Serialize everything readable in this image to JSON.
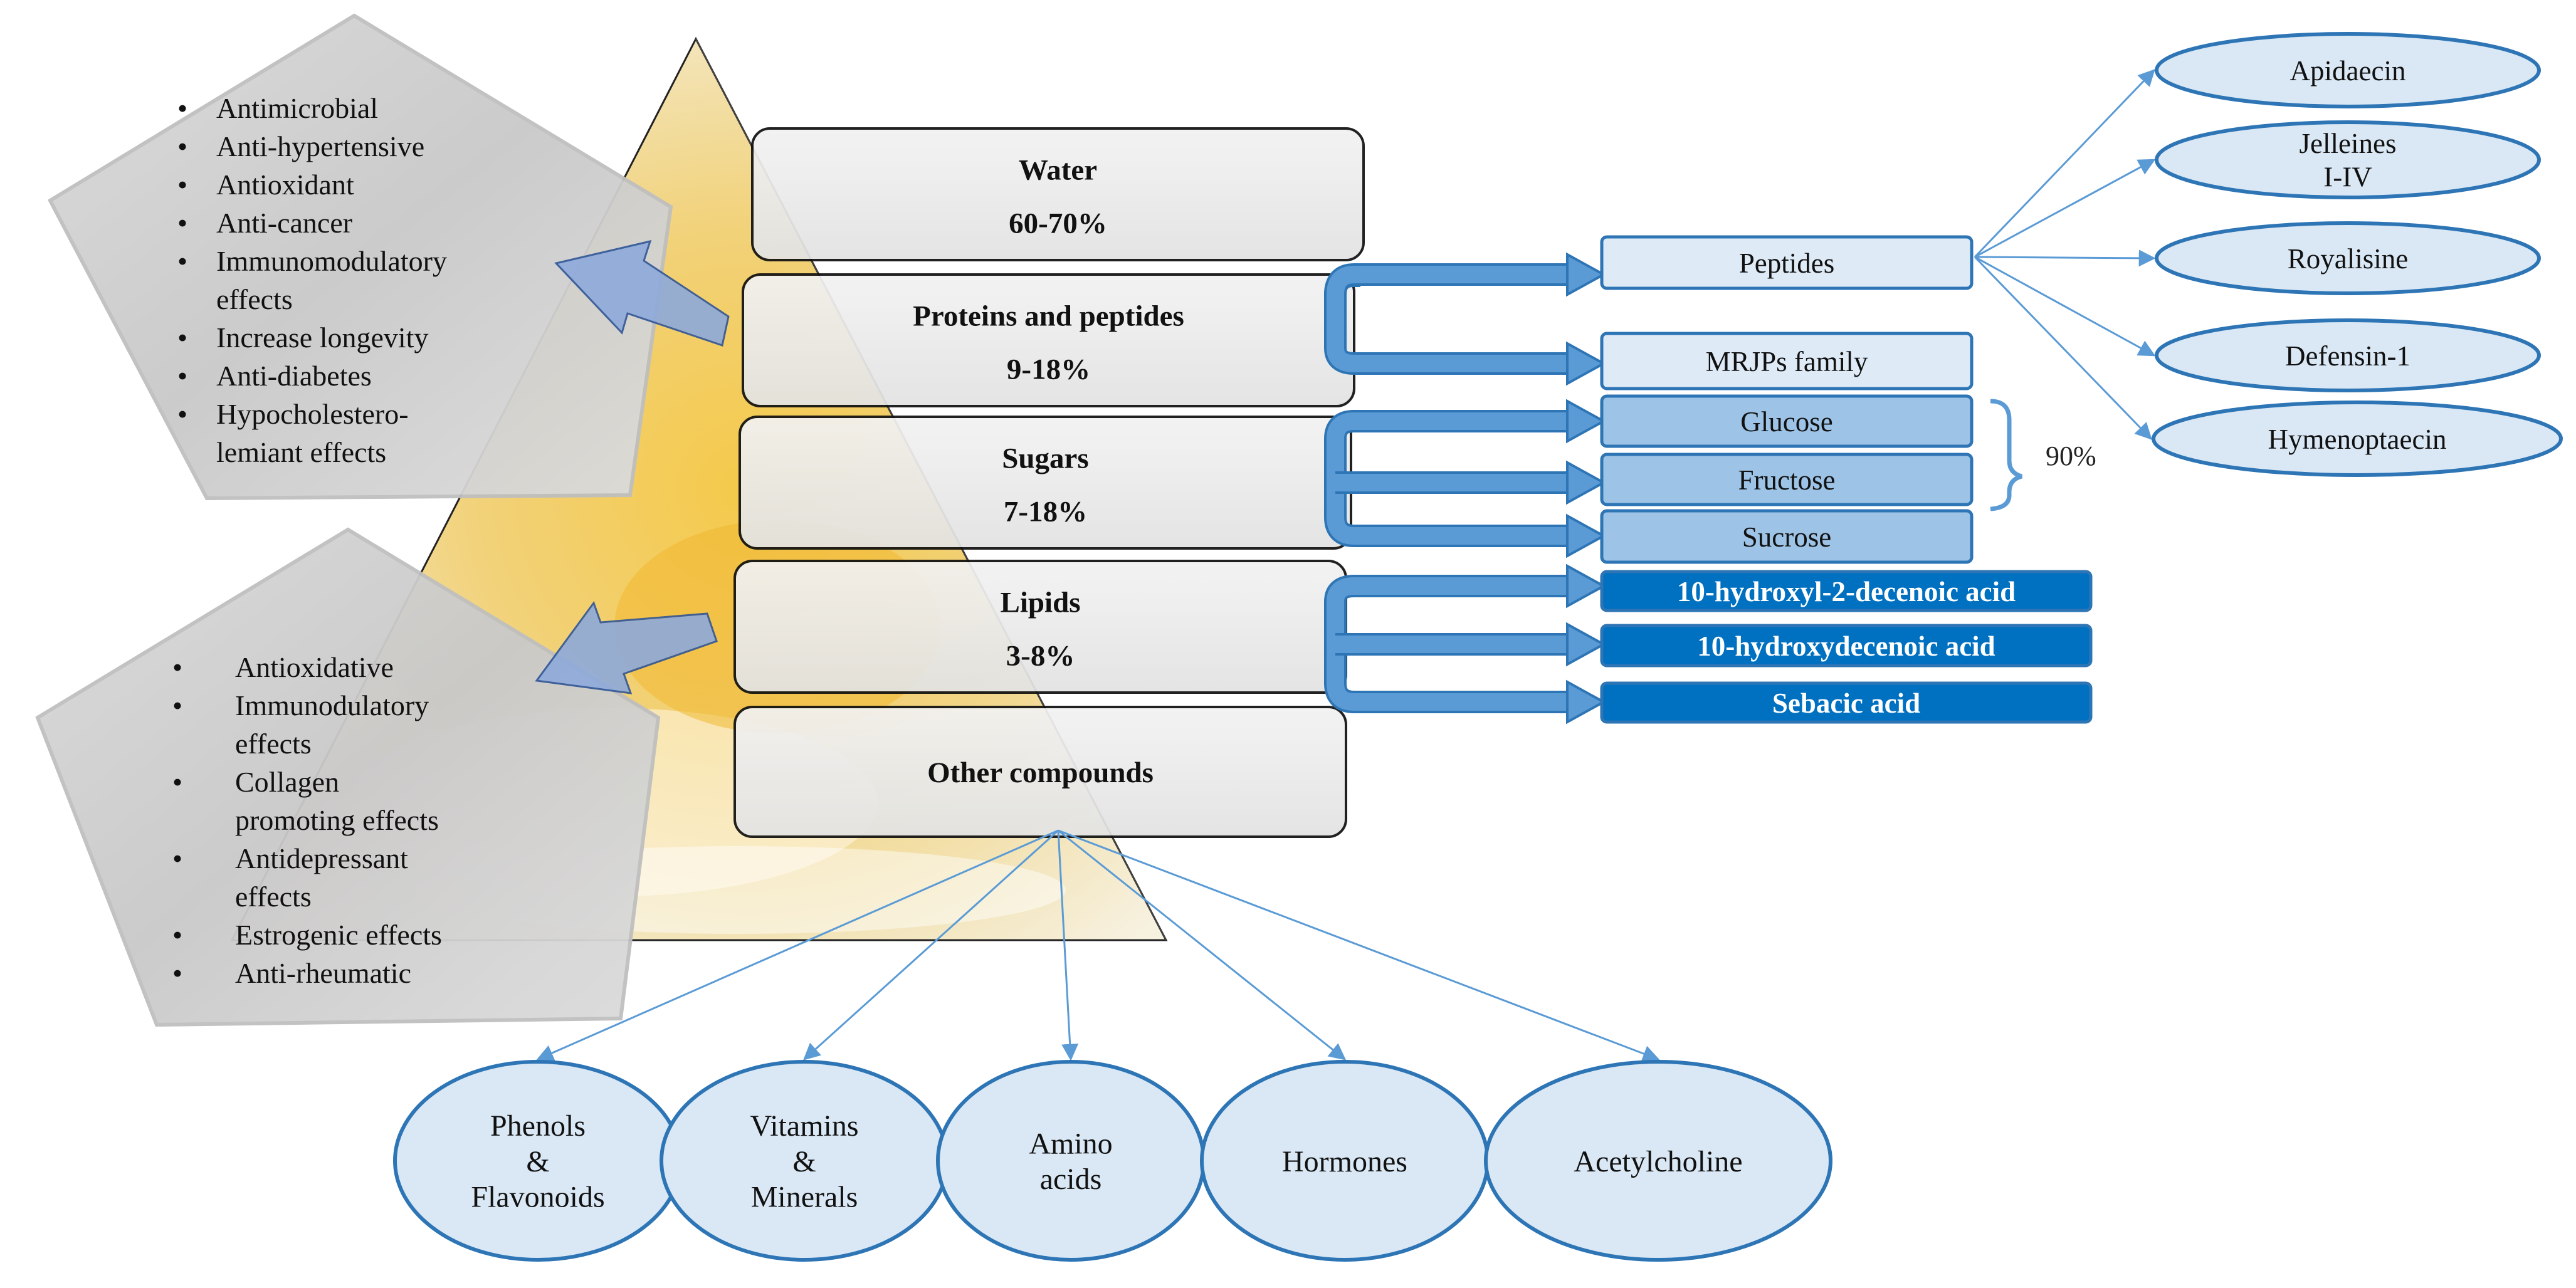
{
  "pyramid_levels": [
    {
      "name": "Water",
      "value": "60-70%"
    },
    {
      "name": "Proteins and peptides",
      "value": "9-18%"
    },
    {
      "name": "Sugars",
      "value": "7-18%"
    },
    {
      "name": "Lipids",
      "value": "3-8%"
    },
    {
      "name": "Other compounds",
      "value": ""
    }
  ],
  "protein_components": [
    "Peptides",
    "MRJPs family"
  ],
  "peptides": [
    "Apidaecin",
    "Jelleines\nI-IV",
    "Royalisine",
    "Defensin-1",
    "Hymenoptaecin"
  ],
  "sugars": [
    "Glucose",
    "Fructose",
    "Sucrose"
  ],
  "sugars_percent": "90%",
  "lipids": [
    "10-hydroxyl-2-decenoic acid",
    "10-hydroxydecenoic acid",
    "Sebacic acid"
  ],
  "other_compounds": [
    "Phenols\n&\nFlavonoids",
    "Vitamins\n&\nMinerals",
    "Amino\nacids",
    "Hormones",
    "Acetylcholine"
  ],
  "protein_effects": [
    "Antimicrobial",
    "Anti-hypertensive",
    "Antioxidant",
    "Anti-cancer",
    "Immunomodulatory\neffects",
    "Increase longevity",
    "Anti-diabetes",
    "Hypocholestero-\nlemiant effects"
  ],
  "lipid_effects": [
    "Antioxidative",
    "Immunodulatory\neffects",
    "Collagen\npromoting effects",
    "Antidepressant\neffects",
    "Estrogenic effects",
    "Anti-rheumatic"
  ],
  "colors": {
    "level_box": "#e8e8e8",
    "light_box": "#deebf7",
    "mid_box": "#9dc3e6",
    "dark_box": "#0070c0",
    "outline": "#2e75b6",
    "arrow": "#5b9bd5",
    "ellipse_fill": "#dae8f5",
    "pentagon": "#d0d0d0"
  }
}
